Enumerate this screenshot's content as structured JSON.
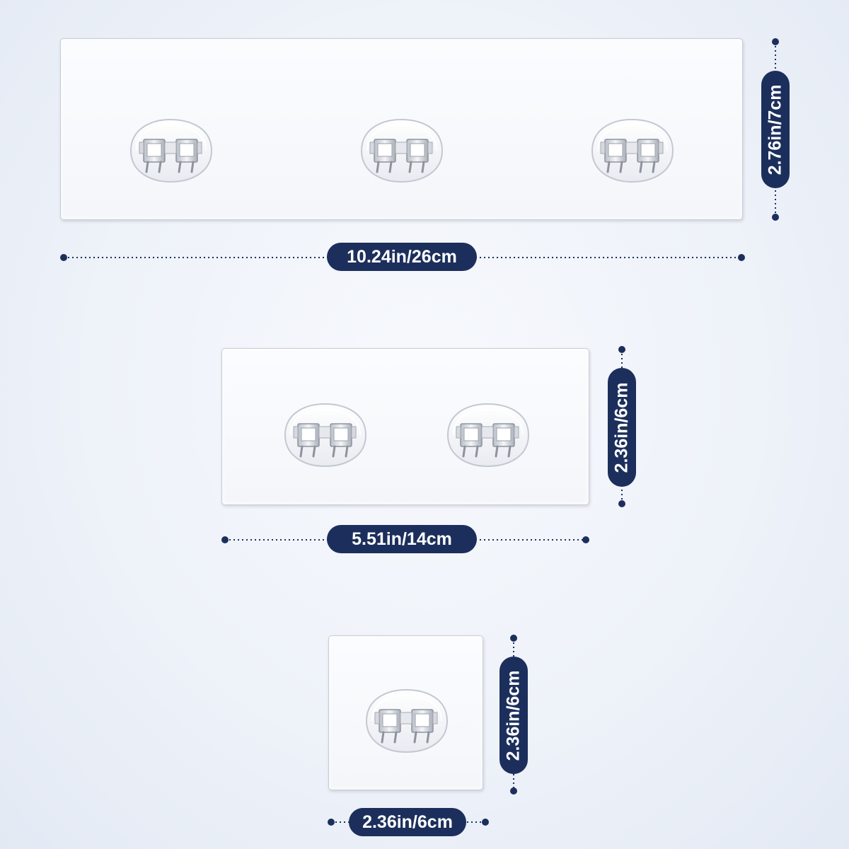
{
  "colors": {
    "badge": "#1c2f5c",
    "badge_text": "#ffffff",
    "plate_border": "#c9cdd6",
    "background": "#eef2f9"
  },
  "products": [
    {
      "name": "large-plate",
      "hooks": 3,
      "width_label": "10.24in/26cm",
      "height_label": "2.76in/7cm"
    },
    {
      "name": "medium-plate",
      "hooks": 2,
      "width_label": "5.51in/14cm",
      "height_label": "2.36in/6cm"
    },
    {
      "name": "small-plate",
      "hooks": 1,
      "width_label": "2.36in/6cm",
      "height_label": "2.36in/6cm"
    }
  ]
}
